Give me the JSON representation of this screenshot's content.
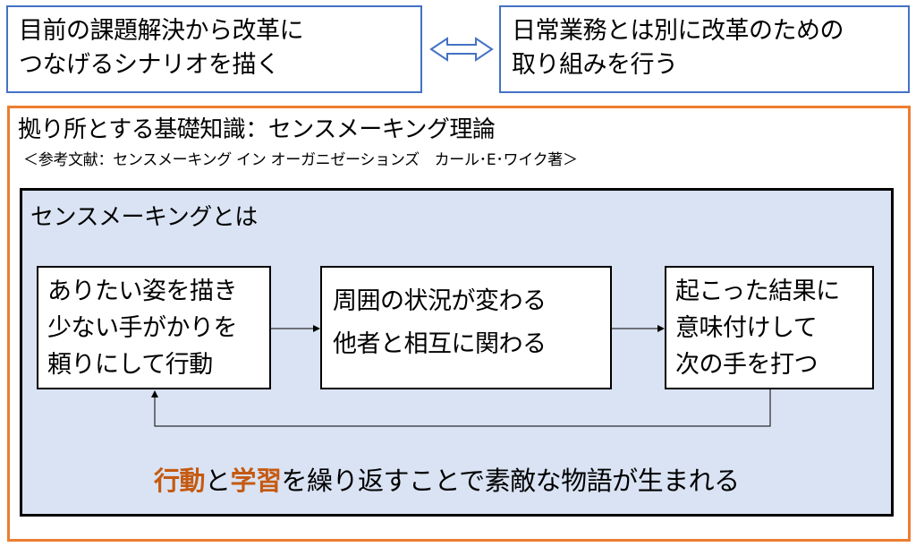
{
  "top_left": {
    "lines": [
      "目前の課題解決から改革に",
      "つなげるシナリオを描く"
    ]
  },
  "top_right": {
    "lines": [
      "日常業務とは別に改革のための",
      "取り組みを行う"
    ]
  },
  "colors": {
    "top_box_border": "#4472c4",
    "outer_border": "#ed7d31",
    "inner_fill": "#dae3f3",
    "highlight": "#c55a11"
  },
  "outer": {
    "title": "拠り所とする基礎知識：センスメーキング理論",
    "reference": "＜参考文献：センスメーキング イン オーガニゼーションズ　カール･E･ワイク著＞"
  },
  "inner": {
    "title": "センスメーキングとは",
    "steps": [
      {
        "lines": [
          "ありたい姿を描き",
          "少ない手がかりを",
          "頼りにして行動"
        ]
      },
      {
        "lines": [
          "周囲の状況が変わる",
          "他者と相互に関わる"
        ]
      },
      {
        "lines": [
          "起こった結果に",
          "意味付けして",
          "次の手を打つ"
        ]
      }
    ],
    "bottom": {
      "highlight1": "行動",
      "connector": "と",
      "highlight2": "学習",
      "rest": "を繰り返すことで素敵な物語が生まれる"
    }
  }
}
